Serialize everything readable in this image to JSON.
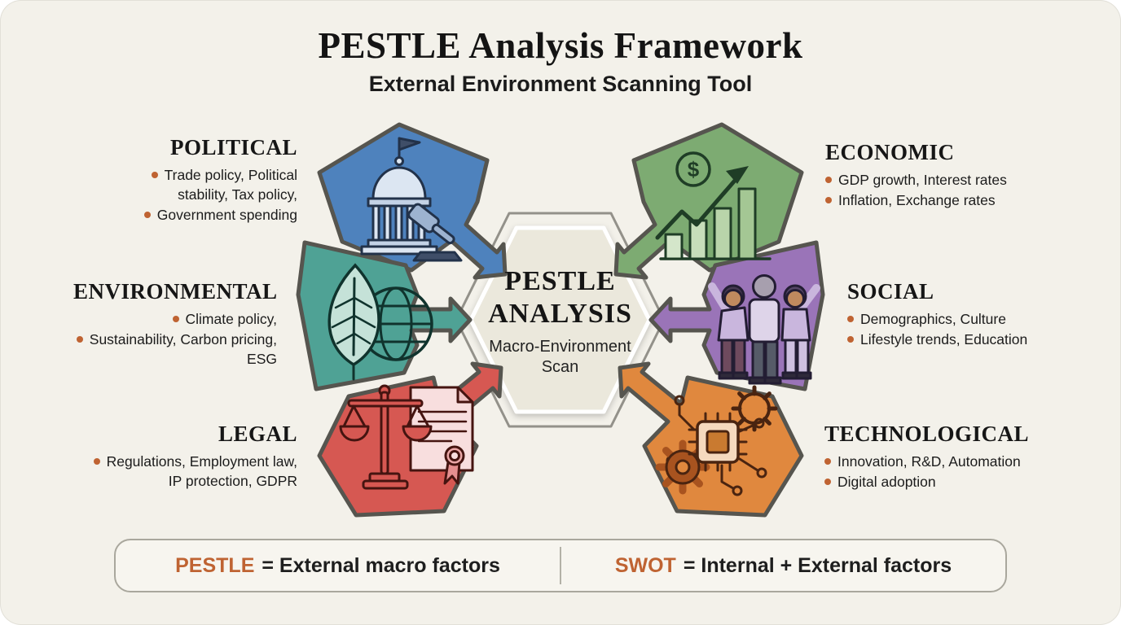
{
  "header": {
    "title": "PESTLE Analysis Framework",
    "subtitle": "External Environment Scanning Tool"
  },
  "center": {
    "line1": "PESTLE",
    "line2": "ANALYSIS",
    "sub": "Macro-Environment Scan"
  },
  "factors": [
    {
      "id": "political",
      "label": "POLITICAL",
      "color": "#4e82bd",
      "icon": "government-building-gavel-icon",
      "bullets": [
        "Trade policy, Political stability, Tax policy,",
        "Government spending"
      ]
    },
    {
      "id": "economic",
      "label": "ECONOMIC",
      "color": "#7dab72",
      "icon": "growth-chart-dollar-icon",
      "bullets": [
        "GDP growth, Interest rates",
        "Inflation, Exchange rates"
      ]
    },
    {
      "id": "environmental",
      "label": "ENVIRONMENTAL",
      "color": "#4fa295",
      "icon": "leaf-globe-icon",
      "bullets": [
        "Climate policy,",
        "Sustainability, Carbon pricing, ESG"
      ]
    },
    {
      "id": "social",
      "label": "SOCIAL",
      "color": "#9a74b8",
      "icon": "people-group-icon",
      "bullets": [
        "Demographics, Culture",
        "Lifestyle trends, Education"
      ]
    },
    {
      "id": "legal",
      "label": "LEGAL",
      "color": "#d65852",
      "icon": "scales-document-icon",
      "bullets": [
        "Regulations, Employment law, IP protection, GDPR"
      ]
    },
    {
      "id": "technological",
      "label": "TECHNOLOGICAL",
      "color": "#e0883e",
      "icon": "chip-gears-icon",
      "bullets": [
        "Innovation, R&D, Automation",
        "Digital adoption"
      ]
    }
  ],
  "icons": {
    "dollar": "$"
  },
  "legend": {
    "left_term": "PESTLE",
    "left_def": "= External macro factors",
    "right_term": "SWOT",
    "right_def": "= Internal + External factors",
    "accent": "#bf6332"
  },
  "colors": {
    "background": "#f3f1ea",
    "outline": "#56554f",
    "hex_ring": "#93918a",
    "hex_fill": "#ebe8dc",
    "bullet_dot": "#bf6332"
  }
}
